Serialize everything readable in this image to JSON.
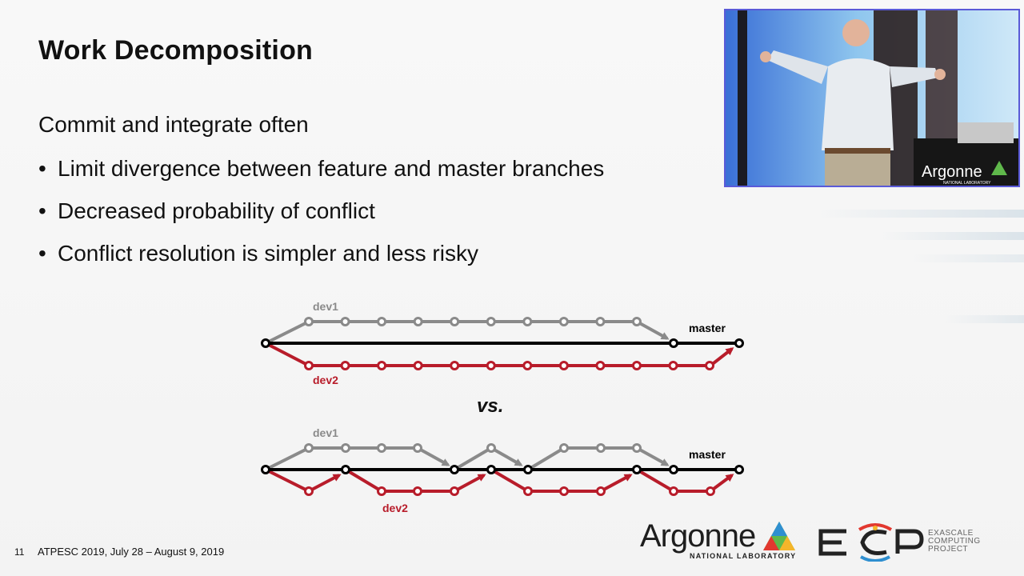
{
  "slide": {
    "title": "Work Decomposition",
    "intro": "Commit and integrate often",
    "bullets": [
      "Limit divergence between feature and master branches",
      "Decreased probability of conflict",
      "Conflict resolution is simpler and less risky"
    ],
    "bullet_glyph": "•",
    "vs_label": "vs."
  },
  "diagram": {
    "colors": {
      "dev1": "#8a8a8a",
      "dev2": "#b81c2a",
      "master": "#000000"
    },
    "top": {
      "dev1_label": "dev1",
      "dev2_label": "dev2",
      "master_label": "master"
    },
    "bottom": {
      "dev1_label": "dev1",
      "dev2_label": "dev2",
      "master_label": "master"
    }
  },
  "video": {
    "overlay_logo": "Argonne",
    "overlay_sub": "NATIONAL LABORATORY"
  },
  "footer": {
    "page_number": "11",
    "event": "ATPESC 2019, July 28 – August 9, 2019"
  },
  "logos": {
    "argonne_word": "Argonne",
    "argonne_sub": "NATIONAL LABORATORY",
    "ecp_letters": "ECP",
    "ecp_text": [
      "EXASCALE",
      "COMPUTING",
      "PROJECT"
    ]
  }
}
